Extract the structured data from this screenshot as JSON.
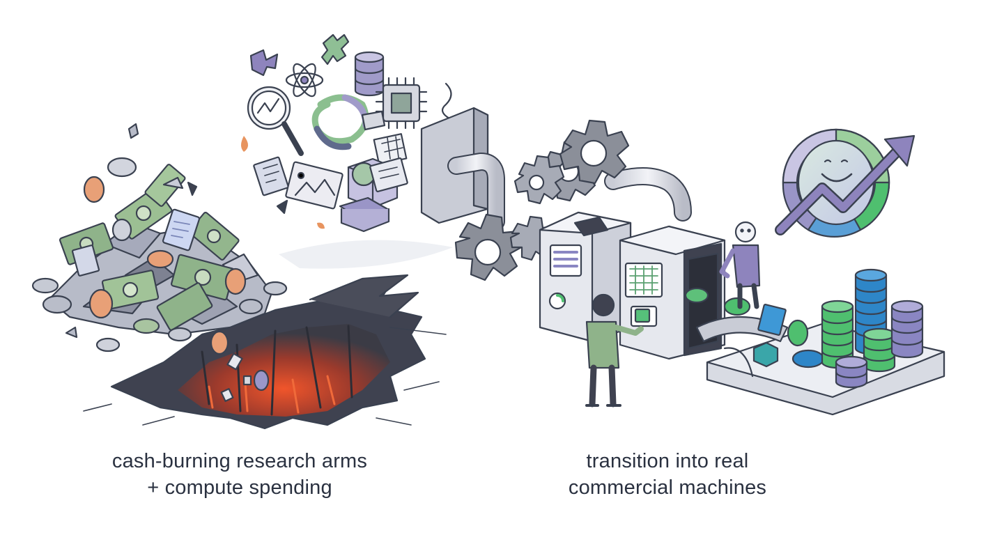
{
  "captions": {
    "left": {
      "line1": "cash-burning research arms",
      "line2": "+ compute spending"
    },
    "right": {
      "line1": "transition into real",
      "line2": "commercial machines"
    }
  },
  "icons": {
    "left_group": [
      "money-bill-icon",
      "coin-icon",
      "document-icon",
      "crack-pit-icon",
      "flame-icon"
    ],
    "floating_group": [
      "puzzle-piece-icon",
      "atom-icon",
      "database-icon",
      "chip-icon",
      "magnifier-chart-icon",
      "knot-logo-icon",
      "table-icon",
      "image-icon",
      "cube-icon",
      "hash-icon"
    ],
    "right_group": [
      "gear-icon",
      "pipe-icon",
      "machine-icon",
      "person-icon",
      "coin-stack-icon",
      "smiley-chart-icon",
      "trend-arrow-icon"
    ]
  },
  "colors": {
    "ink": "#3a4150",
    "money_green": "#8fb38a",
    "coin_orange": "#e8a077",
    "lava": "#e2512e",
    "gear_gray": "#8b8f99",
    "machine_light": "#e6e8ee",
    "stack_green": "#4fbf6f",
    "stack_blue": "#2e86c8",
    "stack_purple": "#8a86c2",
    "accent_purple": "#8e84bd"
  }
}
